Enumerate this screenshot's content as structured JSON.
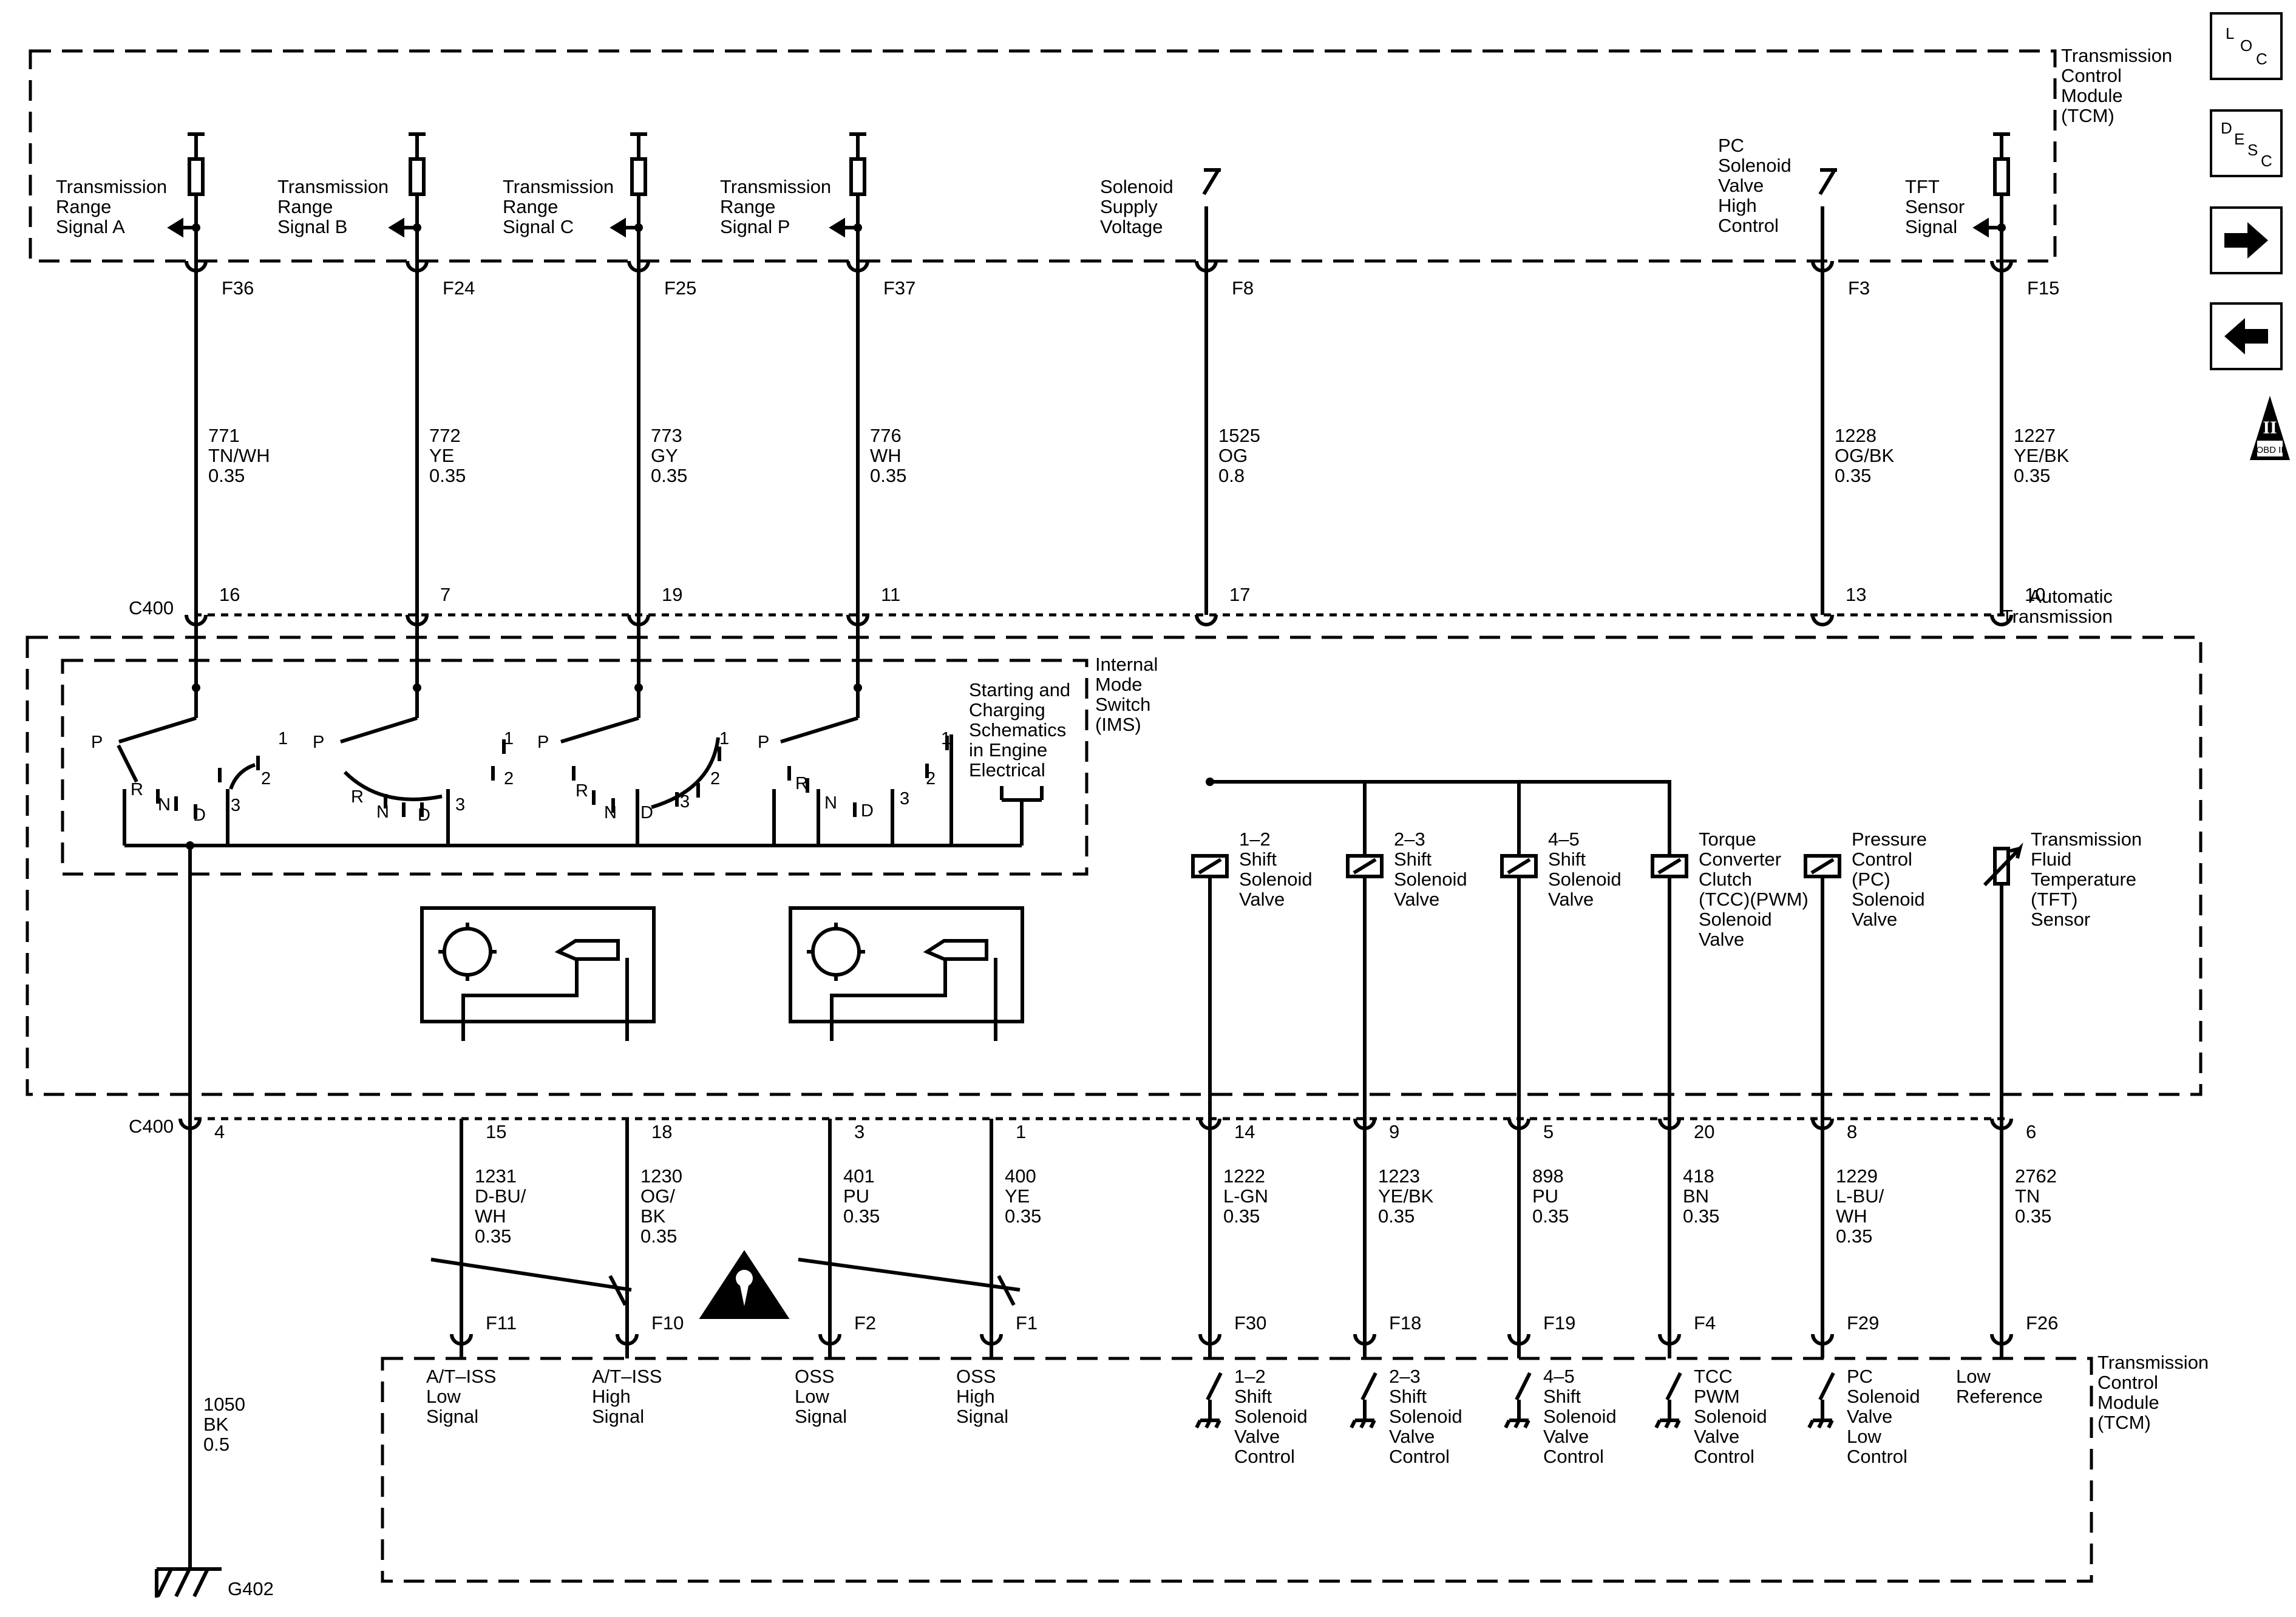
{
  "tcm_top": {
    "label": [
      "Transmission",
      "Control",
      "Module",
      "(TCM)"
    ]
  },
  "transmission": {
    "label": [
      "Automatic",
      "Transmission"
    ]
  },
  "c400": "C400",
  "top_circuits": [
    {
      "label": [
        "Transmission",
        "Range",
        "Signal A"
      ],
      "pin": "F36",
      "wire": [
        "771",
        "TN/WH",
        "0.35"
      ],
      "c400_pin": "16"
    },
    {
      "label": [
        "Transmission",
        "Range",
        "Signal B"
      ],
      "pin": "F24",
      "wire": [
        "772",
        "YE",
        "0.35"
      ],
      "c400_pin": "7"
    },
    {
      "label": [
        "Transmission",
        "Range",
        "Signal C"
      ],
      "pin": "F25",
      "wire": [
        "773",
        "GY",
        "0.35"
      ],
      "c400_pin": "19"
    },
    {
      "label": [
        "Transmission",
        "Range",
        "Signal P"
      ],
      "pin": "F37",
      "wire": [
        "776",
        "WH",
        "0.35"
      ],
      "c400_pin": "11"
    },
    {
      "label": [
        "Solenoid",
        "Supply",
        "Voltage"
      ],
      "pin": "F8",
      "wire": [
        "1525",
        "OG",
        "0.8"
      ],
      "c400_pin": "17"
    },
    {
      "label": [
        "PC",
        "Solenoid",
        "Valve",
        "High",
        "Control"
      ],
      "pin": "F3",
      "wire": [
        "1228",
        "OG/BK",
        "0.35"
      ],
      "c400_pin": "13"
    },
    {
      "label": [
        "TFT",
        "Sensor",
        "Signal"
      ],
      "pin": "F15",
      "wire": [
        "1227",
        "YE/BK",
        "0.35"
      ],
      "c400_pin": "10"
    }
  ],
  "ims": {
    "label": [
      "Internal",
      "Mode",
      "Switch",
      "(IMS)"
    ],
    "note": [
      "Starting and",
      "Charging",
      "Schematics",
      "in Engine",
      "Electrical"
    ],
    "positions": [
      "P",
      "R",
      "N",
      "D",
      "3",
      "2",
      "1"
    ]
  },
  "solenoids": [
    {
      "label": [
        "1–2",
        "Shift",
        "Solenoid",
        "Valve"
      ]
    },
    {
      "label": [
        "2–3",
        "Shift",
        "Solenoid",
        "Valve"
      ]
    },
    {
      "label": [
        "4–5",
        "Shift",
        "Solenoid",
        "Valve"
      ]
    },
    {
      "label": [
        "Torque",
        "Converter",
        "Clutch",
        "(TCC)(PWM)",
        "Solenoid",
        "Valve"
      ]
    },
    {
      "label": [
        "Pressure",
        "Control",
        "(PC)",
        "Solenoid",
        "Valve"
      ]
    },
    {
      "label": [
        "Transmission",
        "Fluid",
        "Temperature",
        "(TFT)",
        "Sensor"
      ]
    }
  ],
  "bottom_circuits": [
    {
      "c400_pin": "4",
      "wire": [
        "1050",
        "BK",
        "0.5"
      ]
    },
    {
      "c400_pin": "15",
      "wire": [
        "1231",
        "D-BU/",
        "WH",
        "0.35"
      ],
      "pin": "F11",
      "label": [
        "A/T–ISS",
        "Low",
        "Signal"
      ]
    },
    {
      "c400_pin": "18",
      "wire": [
        "1230",
        "OG/",
        "BK",
        "0.35"
      ],
      "pin": "F10",
      "label": [
        "A/T–ISS",
        "High",
        "Signal"
      ]
    },
    {
      "c400_pin": "3",
      "wire": [
        "401",
        "PU",
        "0.35"
      ],
      "pin": "F2",
      "label": [
        "OSS",
        "Low",
        "Signal"
      ]
    },
    {
      "c400_pin": "1",
      "wire": [
        "400",
        "YE",
        "0.35"
      ],
      "pin": "F1",
      "label": [
        "OSS",
        "High",
        "Signal"
      ]
    },
    {
      "c400_pin": "14",
      "wire": [
        "1222",
        "L-GN",
        "0.35"
      ],
      "pin": "F30",
      "label": [
        "1–2",
        "Shift",
        "Solenoid",
        "Valve",
        "Control"
      ]
    },
    {
      "c400_pin": "9",
      "wire": [
        "1223",
        "YE/BK",
        "0.35"
      ],
      "pin": "F18",
      "label": [
        "2–3",
        "Shift",
        "Solenoid",
        "Valve",
        "Control"
      ]
    },
    {
      "c400_pin": "5",
      "wire": [
        "898",
        "PU",
        "0.35"
      ],
      "pin": "F19",
      "label": [
        "4–5",
        "Shift",
        "Solenoid",
        "Valve",
        "Control"
      ]
    },
    {
      "c400_pin": "20",
      "wire": [
        "418",
        "BN",
        "0.35"
      ],
      "pin": "F4",
      "label": [
        "TCC",
        "PWM",
        "Solenoid",
        "Valve",
        "Control"
      ]
    },
    {
      "c400_pin": "8",
      "wire": [
        "1229",
        "L-BU/",
        "WH",
        "0.35"
      ],
      "pin": "F29",
      "label": [
        "PC",
        "Solenoid",
        "Valve",
        "Low",
        "Control"
      ]
    },
    {
      "c400_pin": "6",
      "wire": [
        "2762",
        "TN",
        "0.35"
      ],
      "pin": "F26",
      "label": [
        "Low",
        "Reference"
      ]
    }
  ],
  "tcm_bottom": {
    "label": [
      "Transmission",
      "Control",
      "Module",
      "(TCM)"
    ]
  },
  "ground": "G402",
  "side_buttons": {
    "loc": [
      "L",
      "O",
      "C"
    ],
    "desc": [
      "D",
      "E",
      "S",
      "C"
    ],
    "forward_icon": "arrow-right-icon",
    "back_icon": "arrow-left-icon",
    "obd": {
      "roman": "II",
      "text": "OBD II"
    }
  },
  "colors": {
    "line": "#000000",
    "background": "#ffffff"
  }
}
